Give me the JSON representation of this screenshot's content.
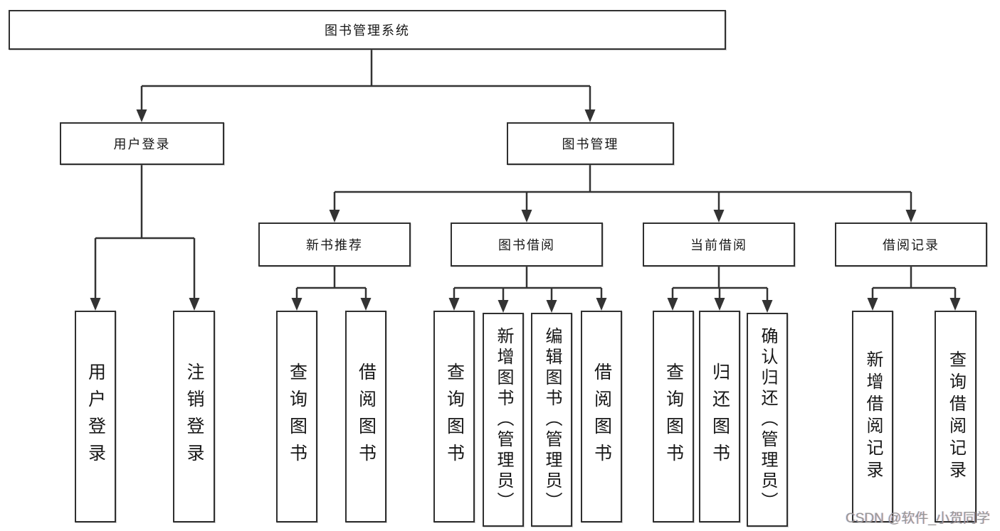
{
  "watermark": "CSDN @软件_小贺同学",
  "colors": {
    "line": "#333333",
    "box_border": "#303030",
    "box_fill": "#ffffff",
    "text": "#171717",
    "watermark": "#979797"
  },
  "tree": {
    "root": "图书管理系统",
    "user_login": {
      "label": "用户登录",
      "children": [
        "用户登录",
        "注销登录"
      ]
    },
    "book_management": {
      "label": "图书管理",
      "sections": [
        {
          "label": "新书推荐",
          "children": [
            "查询图书",
            "借阅图书"
          ]
        },
        {
          "label": "图书借阅",
          "children": [
            "查询图书",
            "新增图书（管理员）",
            "编辑图书（管理员）",
            "借阅图书"
          ]
        },
        {
          "label": "当前借阅",
          "children": [
            "查询图书",
            "归还图书",
            "确认归还（管理员）"
          ]
        },
        {
          "label": "借阅记录",
          "children": [
            "新增借阅记录",
            "查询借阅记录"
          ]
        }
      ]
    }
  }
}
